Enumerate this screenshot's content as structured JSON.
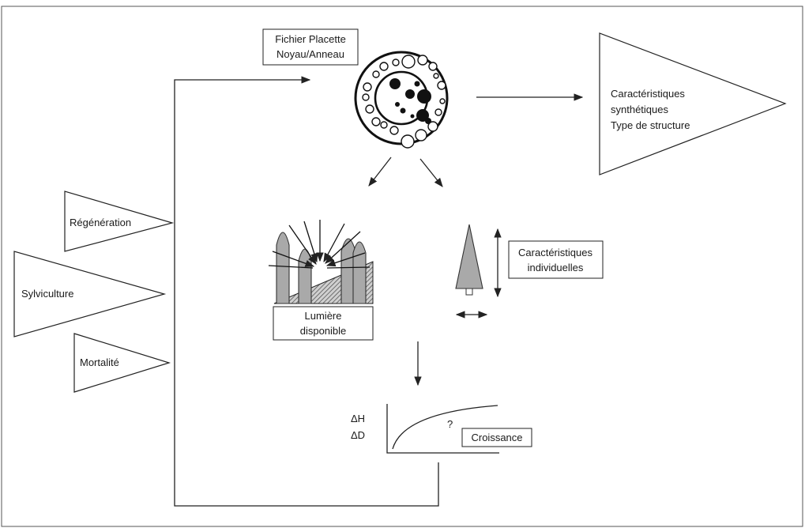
{
  "inputs": {
    "regeneration": "Régénération",
    "sylviculture": "Sylviculture",
    "mortalite": "Mortalité"
  },
  "plot_file": {
    "line1": "Fichier Placette",
    "line2": "Noyau/Anneau"
  },
  "synthesis": {
    "line1": "Caractéristiques",
    "line2": "synthétiques",
    "line3": "Type de structure"
  },
  "light": {
    "line1": "Lumière",
    "line2": "disponible"
  },
  "individual": {
    "line1": "Caractéristiques",
    "line2": "individuelles"
  },
  "growth": {
    "dh": "ΔH",
    "dd": "ΔD",
    "question": "?",
    "label": "Croissance"
  },
  "colors": {
    "tree_fill": "#a9a9a9",
    "hatch_fill": "#555555",
    "tree_dark": "#111111"
  }
}
